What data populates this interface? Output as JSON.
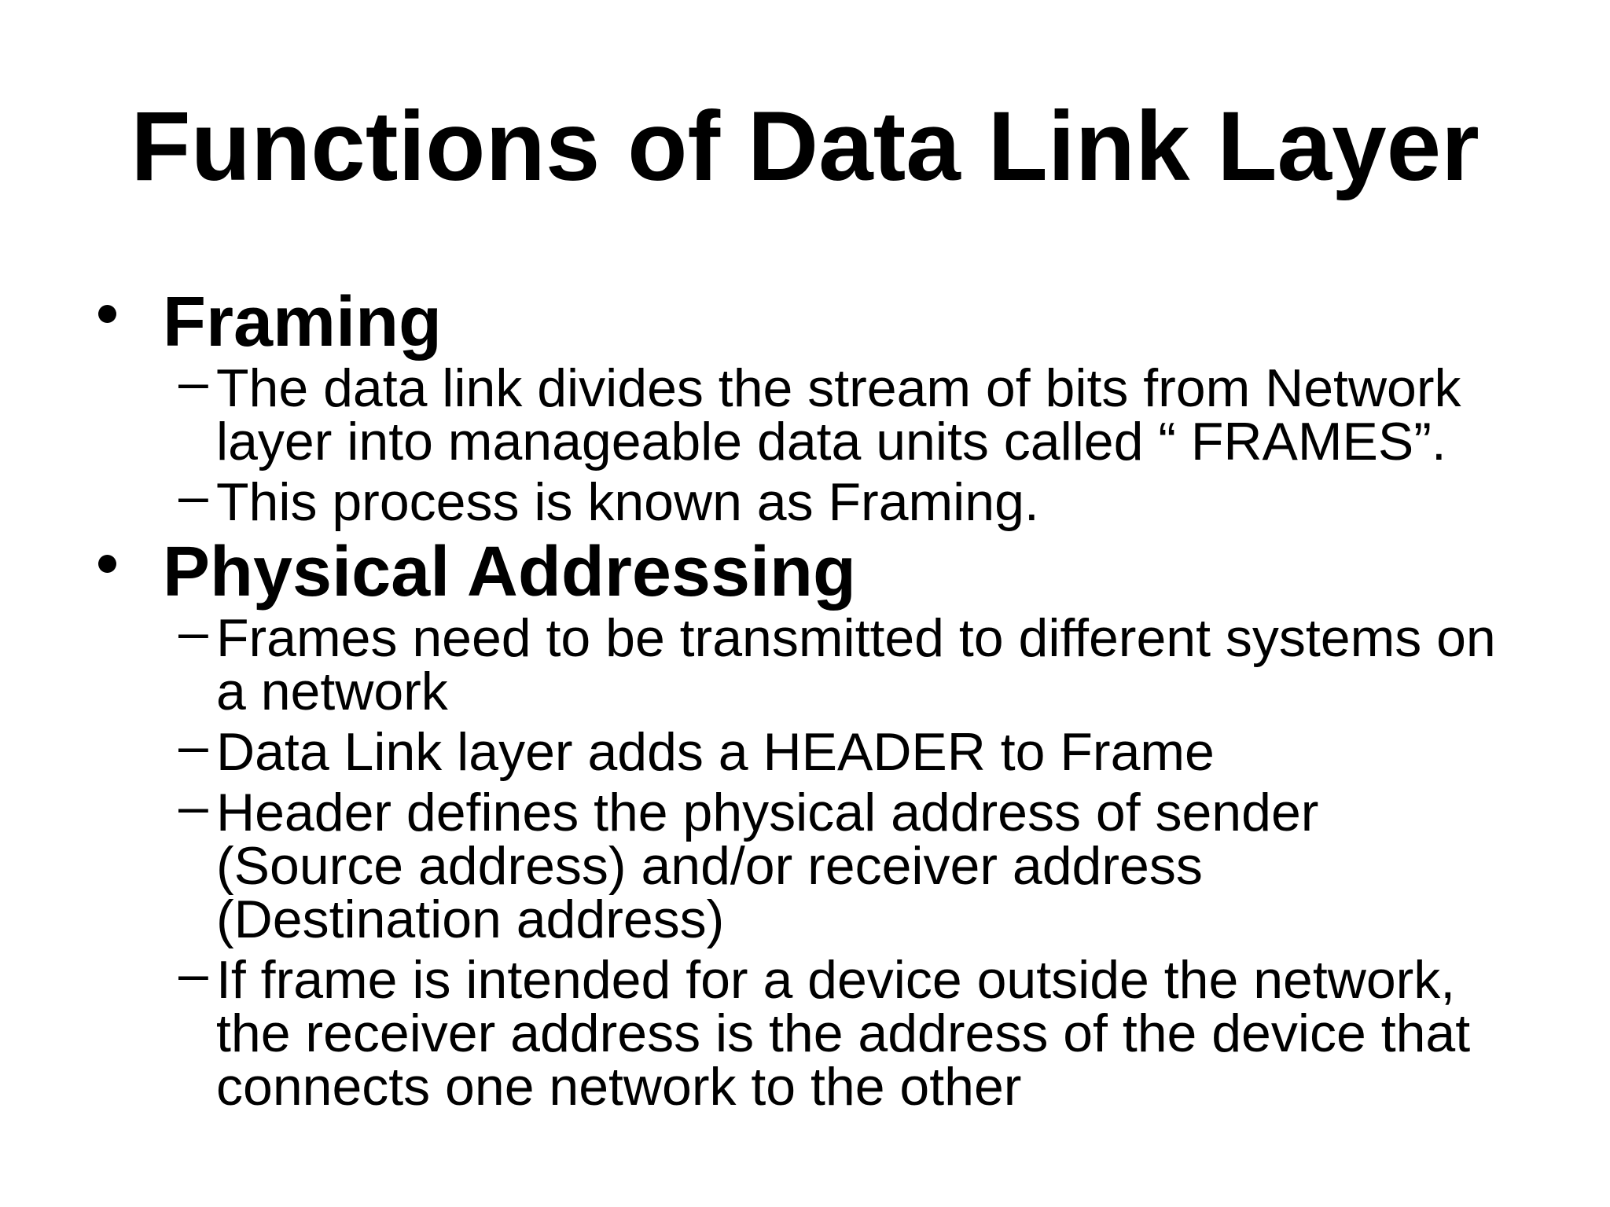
{
  "colors": {
    "background": "#ffffff",
    "text": "#000000"
  },
  "markers": {
    "level1_icon": "filled-circle-bullet",
    "level2": "–"
  },
  "slide": {
    "title": "Functions of Data Link Layer",
    "sections": [
      {
        "heading": "Framing",
        "points": [
          "The data link divides the stream of bits from Network\nlayer into manageable data units called “ FRAMES”.",
          "This process is known as Framing."
        ]
      },
      {
        "heading": "Physical Addressing",
        "points": [
          "Frames need to be transmitted to different systems on\na network",
          "Data Link layer adds a HEADER to Frame",
          "Header defines the physical address of sender\n(Source address) and/or receiver address\n(Destination address)",
          "If frame is intended for a device outside the network,\nthe receiver address is the address of the device that\nconnects one network to the other"
        ]
      }
    ]
  }
}
